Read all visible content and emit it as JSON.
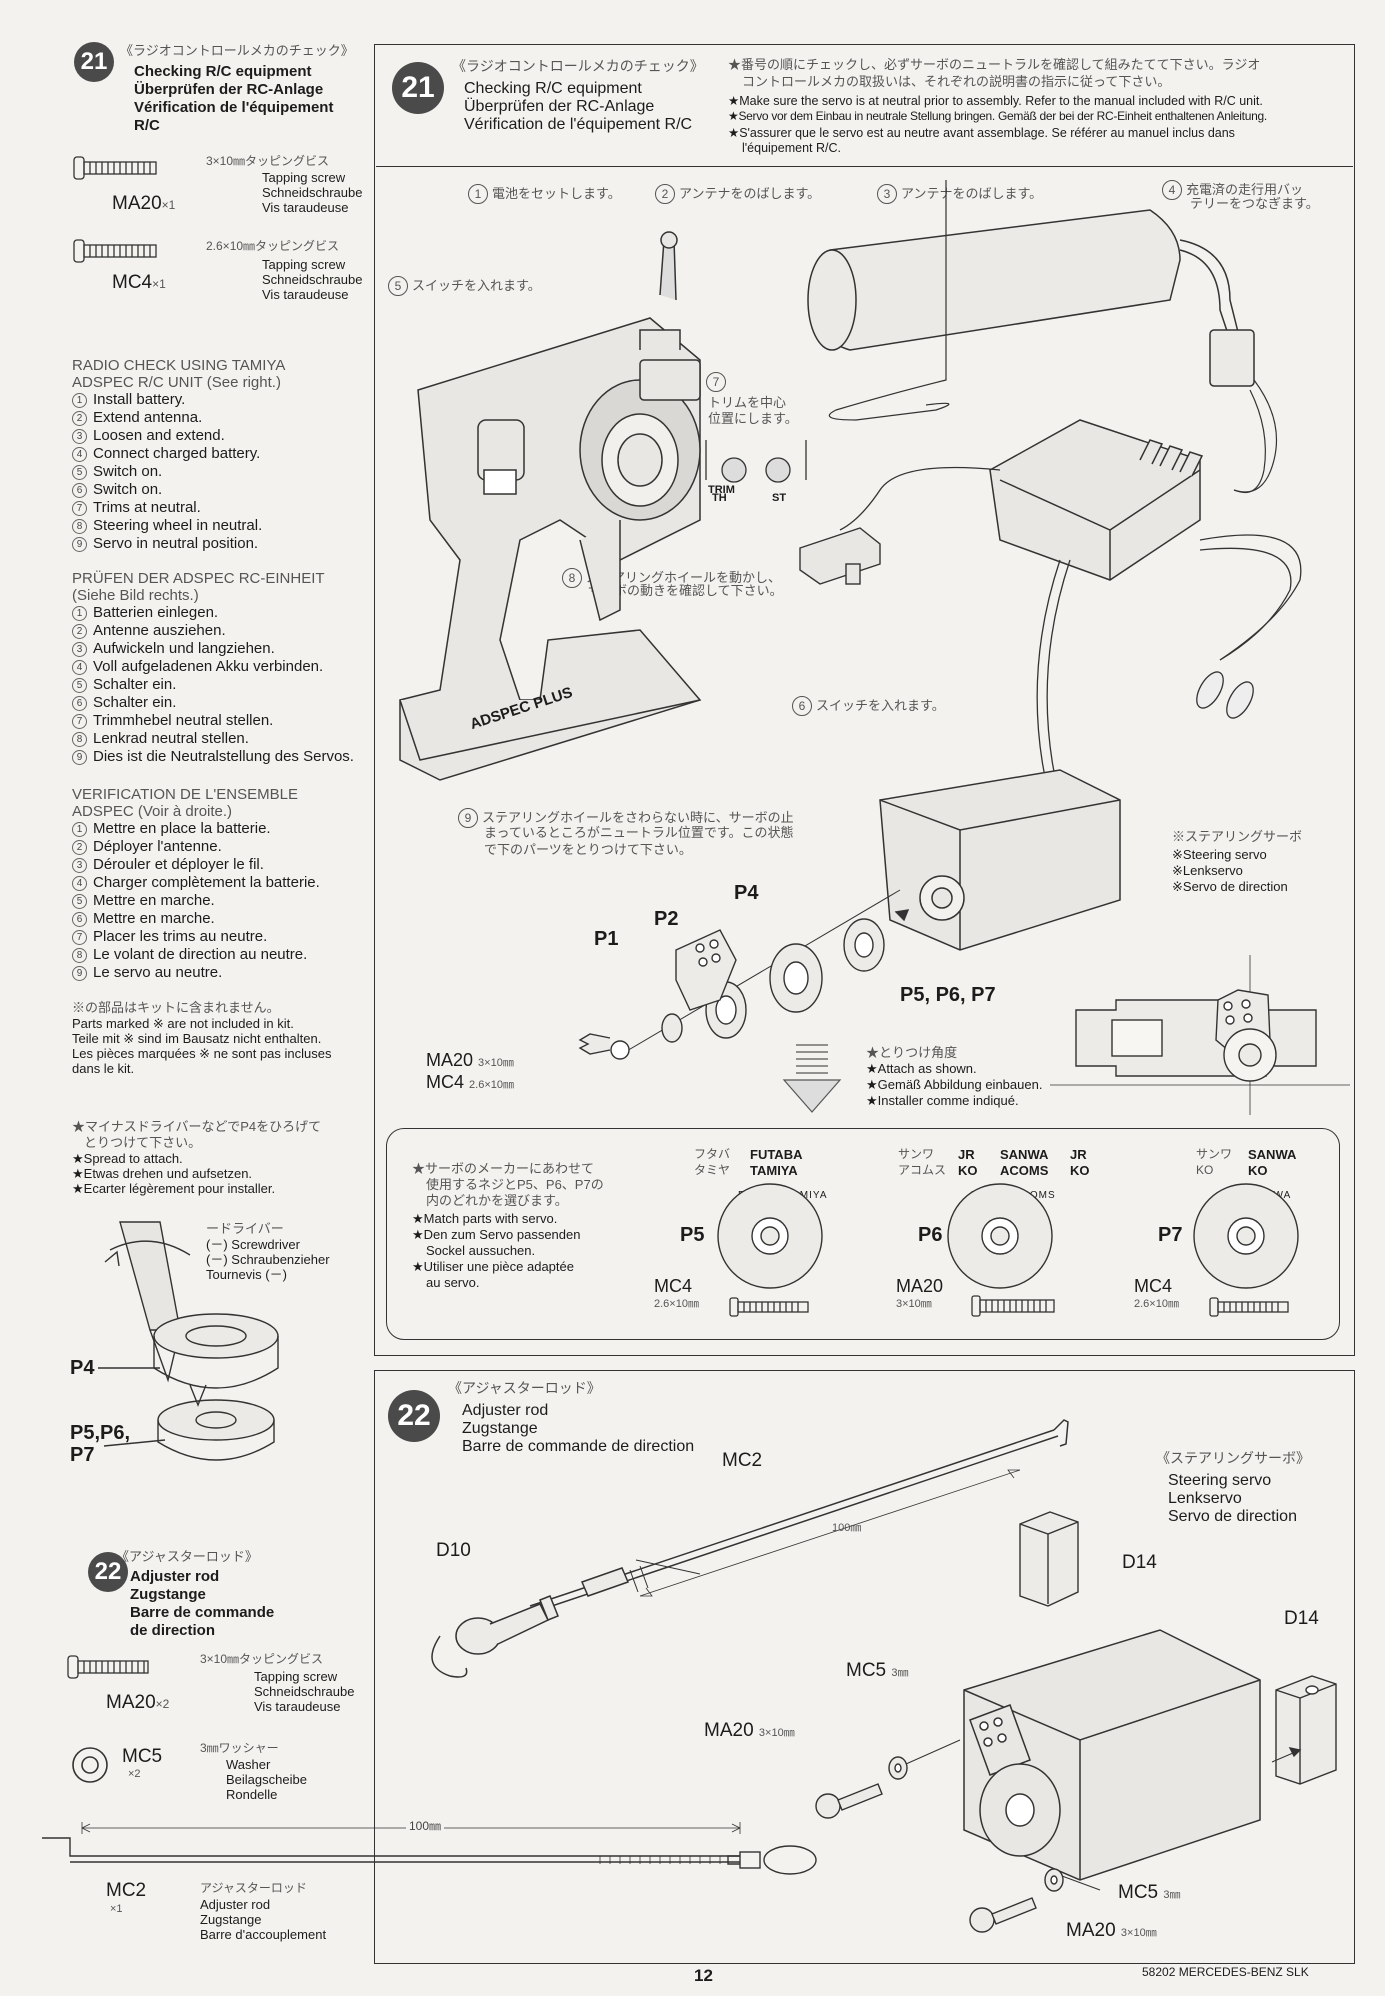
{
  "left": {
    "step21": {
      "num": "21",
      "jp": "《ラジオコントロールメカのチェック》",
      "en": "Checking R/C equipment",
      "de": "Überprüfen der RC-Anlage",
      "fr": "Vérification de l'équipement",
      "fr2": "R/C"
    },
    "screw1": {
      "code": "MA20",
      "qty": "×1",
      "jp": "3×10㎜タッピングビス",
      "en": "Tapping screw",
      "de": "Schneidschraube",
      "fr": "Vis taraudeuse"
    },
    "screw2": {
      "code": "MC4",
      "qty": "×1",
      "jp": "2.6×10㎜タッピングビス",
      "en": "Tapping screw",
      "de": "Schneidschraube",
      "fr": "Vis taraudeuse"
    },
    "radio_check": {
      "title1": "RADIO CHECK USING TAMIYA",
      "title2": "ADSPEC R/C UNIT (See right.)",
      "items": [
        "Install battery.",
        "Extend antenna.",
        "Loosen and extend.",
        "Connect charged battery.",
        "Switch on.",
        "Switch on.",
        "Trims at neutral.",
        "Steering wheel in neutral.",
        "Servo in neutral position."
      ]
    },
    "pruefen": {
      "title1": "PRÜFEN DER ADSPEC RC-EINHEIT",
      "title2": "(Siehe Bild rechts.)",
      "items": [
        "Batterien einlegen.",
        "Antenne ausziehen.",
        "Aufwickeln und langziehen.",
        "Voll aufgeladenen Akku verbinden.",
        "Schalter ein.",
        "Schalter ein.",
        "Trimmhebel neutral stellen.",
        "Lenkrad neutral stellen.",
        "Dies ist die Neutralstellung des Servos."
      ]
    },
    "verif": {
      "title1": "VERIFICATION DE L'ENSEMBLE",
      "title2": "ADSPEC (Voir à droite.)",
      "items": [
        "Mettre en place la batterie.",
        "Déployer l'antenne.",
        "Dérouler et déployer le fil.",
        "Charger complètement la batterie.",
        "Mettre en marche.",
        "Mettre en marche.",
        "Placer les trims au neutre.",
        "Le volant de direction au neutre.",
        "Le servo au neutre."
      ]
    },
    "not_incl": {
      "jp": "※の部品はキットに含まれません。",
      "en": "Parts marked ※ are not included in kit.",
      "de": "Teile mit ※ sind im Bausatz nicht enthalten.",
      "fr1": "Les pièces marquées ※ ne sont pas incluses",
      "fr2": "dans le kit."
    },
    "spread": {
      "jp1": "★マイナスドライバーなどでP4をひろげて",
      "jp2": "とりつけて下さい。",
      "en": "★Spread to attach.",
      "de": "★Etwas drehen und aufsetzen.",
      "fr": "★Ecarter légèrement pour installer."
    },
    "driver": {
      "jp": "ードライバー",
      "en": "(－) Screwdriver",
      "de": "(－) Schraubenzieher",
      "fr": "Tournevis (－)"
    },
    "p4": "P4",
    "p567a": "P5,P6,",
    "p567b": "P7",
    "step22": {
      "num": "22",
      "jp": "《アジャスターロッド》",
      "en": "Adjuster rod",
      "de": "Zugstange",
      "fr1": "Barre de commande",
      "fr2": "de direction"
    },
    "screw3": {
      "code": "MA20",
      "qty": "×2",
      "jp": "3×10㎜タッピングビス",
      "en": "Tapping screw",
      "de": "Schneidschraube",
      "fr": "Vis taraudeuse"
    },
    "washer": {
      "code": "MC5",
      "qty": "×2",
      "jp": "3㎜ワッシャー",
      "en": "Washer",
      "de": "Beilagscheibe",
      "fr": "Rondelle"
    },
    "rod": {
      "code": "MC2",
      "qty": "×1",
      "jp": "アジャスターロッド",
      "en": "Adjuster rod",
      "de": "Zugstange",
      "fr": "Barre d'accouplement",
      "dim": "100㎜"
    }
  },
  "s21": {
    "num": "21",
    "jp": "《ラジオコントロールメカのチェック》",
    "en": "Checking R/C equipment",
    "de": "Überprüfen der RC-Anlage",
    "fr": "Vérification de l'équipement R/C",
    "note_jp1": "★番号の順にチェックし、必ずサーボのニュートラルを確認して組みたてて下さい。ラジオ",
    "note_jp2": "コントロールメカの取扱いは、それぞれの説明書の指示に従って下さい。",
    "note_en": "★Make sure the servo is at neutral prior to assembly. Refer to the manual included with R/C unit.",
    "note_de": "★Servo vor dem Einbau in neutrale Stellung bringen. Gemäß der bei der RC-Einheit enthaltenen Anleitung.",
    "note_fr1": "★S'assurer que le servo est au neutre avant assemblage. Se référer au manuel inclus dans",
    "note_fr2": "l'équipement R/C.",
    "c1": "電池をセットします。",
    "c2": "アンテナをのばします。",
    "c3": "アンテナをのばします。",
    "c4a": "充電済の走行用バッ",
    "c4b": "テリーをつなぎます。",
    "c5": "スイッチを入れます。",
    "c6": "スイッチを入れます。",
    "c7a": "トリムを中心",
    "c7b": "位置にします。",
    "c8a": "ステアリングホイールを動かし、",
    "c8b": "サーボの動きを確認して下さい。",
    "c9a": "ステアリングホイールをさわらない時に、サーボの止",
    "c9b": "まっているところがニュートラル位置です。この状態",
    "c9c": "で下のパーツをとりつけて下さい。",
    "trim": "TRIM",
    "th": "TH",
    "st": "ST",
    "tx_brand": "ADSPEC PLUS",
    "servo_jp": "※ステアリングサーボ",
    "servo_en": "※Steering servo",
    "servo_de": "※Lenkservo",
    "servo_fr": "※Servo de direction",
    "p1": "P1",
    "p2": "P2",
    "p4": "P4",
    "p567": "P5, P6, P7",
    "ma20": "MA20",
    "ma20_dim": "3×10㎜",
    "mc4": "MC4",
    "mc4_dim": "2.6×10㎜",
    "angle_jp": "★とりつけ角度",
    "angle_en": "★Attach as shown.",
    "angle_de": "★Gemäß Abbildung einbauen.",
    "angle_fr": "★Installer comme indiqué.",
    "match": {
      "jp1": "★サーボのメーカーにあわせて",
      "jp2": "使用するネジとP5、P6、P7の",
      "jp3": "内のどれかを選びます。",
      "en": "★Match parts with servo.",
      "de1": "★Den zum Servo passenden",
      "de2": "Sockel aussuchen.",
      "fr1": "★Utiliser une pièce adaptée",
      "fr2": "au servo."
    },
    "opt5": {
      "jp1": "フタバ",
      "jp2": "タミヤ",
      "en1": "FUTABA",
      "en2": "TAMIYA",
      "part": "P5",
      "ring": "FUTABA  TAMIYA",
      "screw": "MC4",
      "dim": "2.6×10㎜"
    },
    "opt6": {
      "jp1": "サンワ",
      "jp2": "アコムス",
      "en1": "SANWA",
      "en2": "ACOMS",
      "jr": "JR",
      "ko": "KO",
      "part": "P6",
      "ring": "SANWA  ACOMS",
      "screw": "MA20",
      "dim": "3×10㎜"
    },
    "opt7": {
      "jp1": "サンワ",
      "jp2": "KO",
      "en1": "SANWA",
      "en2": "KO",
      "part": "P7",
      "ring": "SANWA",
      "screw": "MC4",
      "dim": "2.6×10㎜"
    }
  },
  "s22": {
    "num": "22",
    "jp": "《アジャスターロッド》",
    "en": "Adjuster rod",
    "de": "Zugstange",
    "fr": "Barre de commande de direction",
    "servo_jp": "《ステアリングサーボ》",
    "servo_en": "Steering servo",
    "servo_de": "Lenkservo",
    "servo_fr": "Servo de direction",
    "mc2": "MC2",
    "dim": "100㎜",
    "d10": "D10",
    "d14a": "D14",
    "d14b": "D14",
    "mc5a": "MC5",
    "mc5a_dim": "3㎜",
    "ma20a": "MA20",
    "ma20a_dim": "3×10㎜",
    "mc5b": "MC5",
    "mc5b_dim": "3㎜",
    "ma20b": "MA20",
    "ma20b_dim": "3×10㎜"
  },
  "footer": {
    "page": "12",
    "model": "58202 MERCEDES-BENZ SLK"
  }
}
